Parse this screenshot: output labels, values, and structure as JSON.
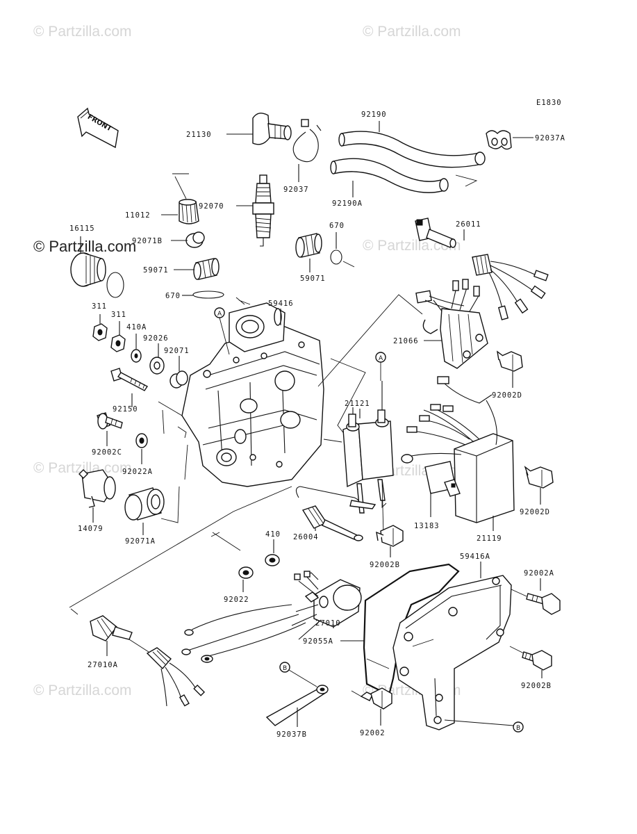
{
  "diagram_code": "E1830",
  "front_label": "FRONT",
  "watermark": "© Partzilla.com",
  "callouts": {
    "A": "A",
    "B": "B"
  },
  "parts": {
    "p92190": "92190",
    "p92190A": "92190A",
    "p92037A": "92037A",
    "p21130": "21130",
    "p92037": "92037",
    "p11012": "11012",
    "p92070": "92070",
    "p16115": "16115",
    "p92071B": "92071B",
    "p59071a": "59071",
    "p59071b": "59071",
    "p670a": "670",
    "p670b": "670",
    "p26011": "26011",
    "p311a": "311",
    "p311b": "311",
    "p410A": "410A",
    "p92026": "92026",
    "p92071": "92071",
    "p59416": "59416",
    "p21066": "21066",
    "p92002D_1": "92002D",
    "p92150": "92150",
    "p21121": "21121",
    "p92002C": "92002C",
    "p92022A": "92022A",
    "p14079": "14079",
    "p92071A": "92071A",
    "p13183": "13183",
    "p21119": "21119",
    "p92002D_2": "92002D",
    "p26004": "26004",
    "p410": "410",
    "p92022": "92022",
    "p92002B_1": "92002B",
    "p59416A": "59416A",
    "p92002A": "92002A",
    "p27010": "27010",
    "p92055A": "92055A",
    "p27010A": "27010A",
    "p92002B_2": "92002B",
    "p92037B": "92037B",
    "p92002": "92002"
  }
}
